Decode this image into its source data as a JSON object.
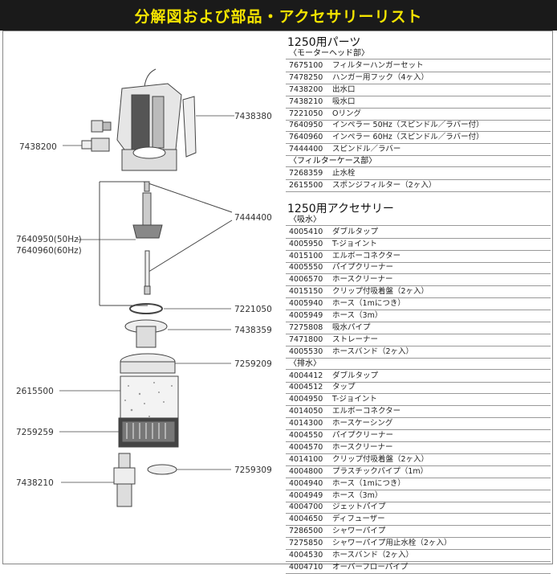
{
  "header": {
    "title": "分解図および部品・アクセサリーリスト"
  },
  "diagram": {
    "labels": {
      "l_7438200": "7438200",
      "l_7640950": "7640950(50Hz)",
      "l_7640960": "7640960(60Hz)",
      "l_2615500": "2615500",
      "l_7259259": "7259259",
      "l_7438210": "7438210",
      "r_7438380": "7438380",
      "r_7444400": "7444400",
      "r_7221050": "7221050",
      "r_7438359": "7438359",
      "r_7259209": "7259209",
      "r_7259309": "7259309"
    }
  },
  "parts": {
    "title": "1250用パーツ",
    "sections": [
      {
        "heading": "〈モーターヘッド部〉",
        "items": [
          {
            "code": "7675100",
            "name": "フィルターハンガーセット"
          },
          {
            "code": "7478250",
            "name": "ハンガー用フック（4ヶ入）"
          },
          {
            "code": "7438200",
            "name": "出水口"
          },
          {
            "code": "7438210",
            "name": "吸水口"
          },
          {
            "code": "7221050",
            "name": "Oリング"
          },
          {
            "code": "7640950",
            "name": "インペラー 50Hz（スピンドル／ラバー付）"
          },
          {
            "code": "7640960",
            "name": "インペラー 60Hz（スピンドル／ラバー付）"
          },
          {
            "code": "7444400",
            "name": "スピンドル／ラバー"
          }
        ]
      },
      {
        "heading": "〈フィルターケース部〉",
        "items": [
          {
            "code": "7268359",
            "name": "止水栓"
          },
          {
            "code": "2615500",
            "name": "スポンジフィルター（2ヶ入）"
          }
        ]
      }
    ]
  },
  "accessories": {
    "title": "1250用アクセサリー",
    "sections": [
      {
        "heading": "〈吸水〉",
        "items": [
          {
            "code": "4005410",
            "name": "ダブルタップ"
          },
          {
            "code": "4005950",
            "name": "T-ジョイント"
          },
          {
            "code": "4015100",
            "name": "エルボーコネクター"
          },
          {
            "code": "4005550",
            "name": "パイプクリーナー"
          },
          {
            "code": "4006570",
            "name": "ホースクリーナー"
          },
          {
            "code": "4015150",
            "name": "クリップ付吸着盤（2ヶ入）"
          },
          {
            "code": "4005940",
            "name": "ホース（1mにつき）"
          },
          {
            "code": "4005949",
            "name": "ホース（3m）"
          },
          {
            "code": "7275808",
            "name": "吸水パイプ"
          },
          {
            "code": "7471800",
            "name": "ストレーナー"
          },
          {
            "code": "4005530",
            "name": "ホースバンド（2ヶ入）"
          }
        ]
      },
      {
        "heading": "〈排水〉",
        "items": [
          {
            "code": "4004412",
            "name": "ダブルタップ"
          },
          {
            "code": "4004512",
            "name": "タップ"
          },
          {
            "code": "4004950",
            "name": "T-ジョイント"
          },
          {
            "code": "4014050",
            "name": "エルボーコネクター"
          },
          {
            "code": "4014300",
            "name": "ホースケーシング"
          },
          {
            "code": "4004550",
            "name": "パイプクリーナー"
          },
          {
            "code": "4004570",
            "name": "ホースクリーナー"
          },
          {
            "code": "4014100",
            "name": "クリップ付吸着盤（2ヶ入）"
          },
          {
            "code": "4004800",
            "name": "プラスチックパイプ（1m）"
          },
          {
            "code": "4004940",
            "name": "ホース（1mにつき）"
          },
          {
            "code": "4004949",
            "name": "ホース（3m）"
          },
          {
            "code": "4004700",
            "name": "ジェットパイプ"
          },
          {
            "code": "4004650",
            "name": "ディフューザー"
          },
          {
            "code": "7286500",
            "name": "シャワーパイプ"
          },
          {
            "code": "7275850",
            "name": "シャワーパイプ用止水栓（2ヶ入）"
          },
          {
            "code": "4004530",
            "name": "ホースバンド（2ヶ入）"
          },
          {
            "code": "4004710",
            "name": "オーバーフローパイプ"
          }
        ]
      }
    ]
  }
}
